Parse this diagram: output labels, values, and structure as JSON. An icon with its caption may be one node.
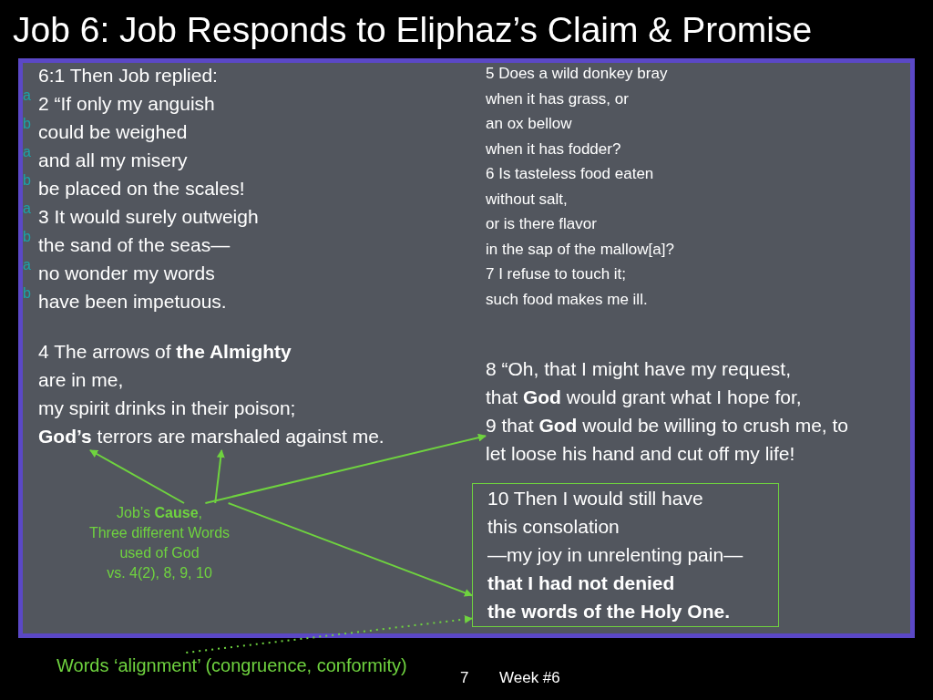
{
  "diagram": {
    "title": "Job 6: Job Responds to Eliphaz’s Claim & Promise",
    "nodes": [
      {
        "text": [
          "4 The arrows of **the Almighty**",
          "are in me,",
          "my spirit drinks in their poison;",
          "**God’s** terrors are marshaled against me."
        ]
      },
      {
        "text": [
          "8 “Oh, that I might have my request,",
          "that **God** would grant what I hope for,",
          "9 that **God** would be willing to crush me, to",
          "let loose his hand and cut off my life!"
        ]
      },
      {
        "text": [
          "10 Then I would still have",
          "this consolation",
          "—my joy in unrelenting pain—",
          "**that I had not denied**",
          "**the words of the Holy One.**"
        ]
      },
      {
        "text": [
          "Job’s **Cause**,",
          "Three different Words",
          "used of God",
          "vs. 4(2), 8, 9, 10"
        ]
      },
      {
        "text": [
          "Words ‘alignment’ (congruence, conformity)"
        ]
      }
    ],
    "edges": [
      {
        "from": 3,
        "to": 0,
        "arrow": "to"
      },
      {
        "from": 3,
        "to": 0,
        "arrow": "to"
      },
      {
        "from": 3,
        "to": 1,
        "arrow": "to"
      },
      {
        "from": 3,
        "to": 2,
        "arrow": "to"
      },
      {
        "from": 4,
        "to": 2,
        "arrow": "to",
        "style": "dashed"
      }
    ],
    "labels": [
      "6:1 Then Job replied:",
      "a",
      "2 “If only my anguish",
      "b",
      "could be weighed",
      "a",
      "and all my misery",
      "b",
      "be placed on the scales!",
      "a",
      "3 It would surely outweigh",
      "b",
      "the sand of the seas—",
      "a",
      "no wonder my words",
      "b",
      "have been impetuous.",
      "5 Does a wild donkey bray",
      "when it has grass, or",
      "an ox bellow",
      "when it has fodder?",
      "6 Is tasteless food eaten",
      "without salt,",
      "or is there flavor",
      "in the sap of the mallow[a]?",
      "7 I refuse to touch it;",
      "such food makes me ill.",
      "7",
      "Week #6"
    ]
  }
}
